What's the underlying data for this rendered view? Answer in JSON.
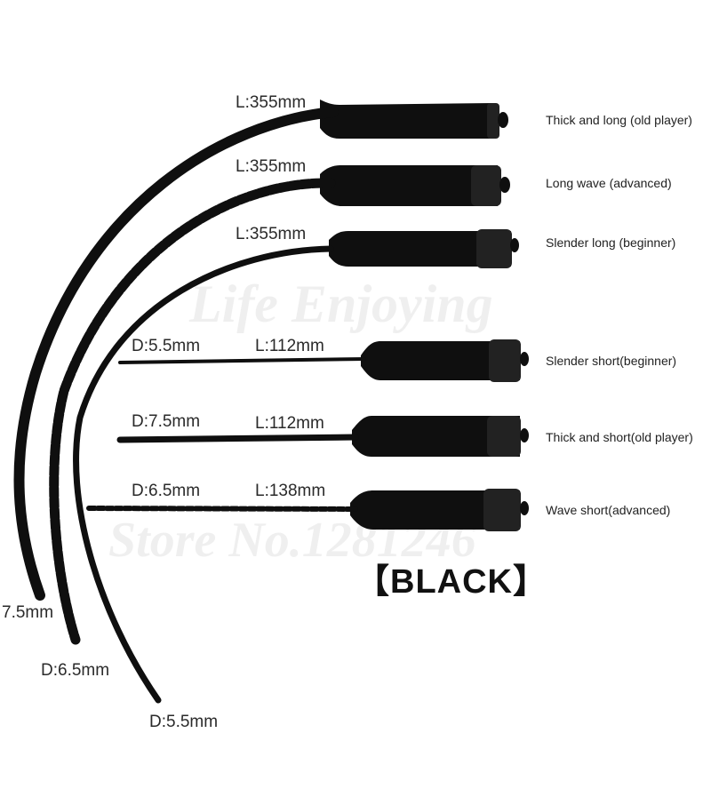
{
  "watermarks": [
    "Life Enjoying",
    "Store No.1281246"
  ],
  "color_tag": "【BLACK】",
  "product_color": "#0f0f0f",
  "items": [
    {
      "length": "L:355mm",
      "description": "Thick and long (old player)"
    },
    {
      "length": "L:355mm",
      "description": "Long wave (advanced)"
    },
    {
      "length": "L:355mm",
      "description": "Slender long (beginner)"
    },
    {
      "length": "L:112mm",
      "diameter": "D:5.5mm",
      "description": "Slender short(beginner)"
    },
    {
      "length": "L:112mm",
      "diameter": "D:7.5mm",
      "description": "Thick and short(old player)"
    },
    {
      "length": "L:138mm",
      "diameter": "D:6.5mm",
      "description": "Wave short(advanced)"
    }
  ],
  "tip_diameters": [
    "7.5mm",
    "D:6.5mm",
    "D:5.5mm"
  ]
}
